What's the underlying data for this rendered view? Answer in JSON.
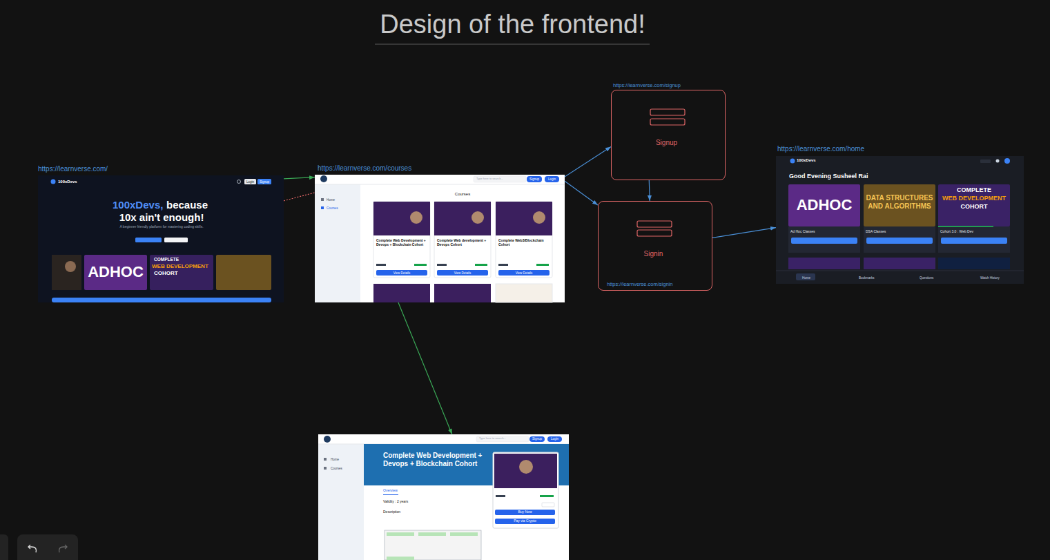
{
  "diagram": {
    "title": "Design of the frontend!",
    "nodes": [
      {
        "text": [
          "https://learnverse.com/",
          "100xDevs",
          "Login",
          "Signup",
          "100xDevs,",
          "because",
          "10x ain't enough!",
          "A beginner friendly platform for mastering coding skills.",
          "ADHOC",
          "COMPLETE",
          "WEB DEVELOPMENT",
          "COHORT"
        ]
      },
      {
        "text": [
          "https://learnverse.com/courses",
          "Type here to search...",
          "Signup",
          "Login",
          "Home",
          "Courses",
          "Courses",
          "Complete Web Development + Devops + Blockchain Cohort",
          "Complete Web development + Devops Cohort",
          "Complete Web3/Blockchain Cohort",
          "View Details",
          "View Details",
          "View Details"
        ]
      },
      {
        "text": [
          "https://learnverse.com/signup",
          "Signup"
        ]
      },
      {
        "text": [
          "Signin",
          "https://learnverse.com/signin"
        ]
      },
      {
        "text": [
          "https://learnverse.com/home",
          "100xDevs",
          "Good Evening Susheel Rai",
          "ADHOC",
          "DATA STRUCTURES AND ALGORITHMS",
          "COMPLETE",
          "WEB DEVELOPMENT",
          "COHORT",
          "Ad Hoc Classes",
          "DSA Classes",
          "Cohort 3.0 : Web Dev",
          "Home",
          "Bookmarks",
          "Questions",
          "Watch History"
        ]
      },
      {
        "text": [
          "Type here to search...",
          "Signup",
          "Login",
          "Home",
          "Courses",
          "Complete Web Development + Devops + Blockchain Cohort",
          "Buy Now",
          "Pay via Crypto",
          "Overview",
          "Validity : 2 years",
          "Description"
        ]
      }
    ],
    "edges": [
      {
        "from": 0,
        "to": 1,
        "arrow": "to"
      },
      {
        "from": 0,
        "to": 1,
        "arrow": "none"
      },
      {
        "from": 1,
        "to": 2,
        "arrow": "to"
      },
      {
        "from": 1,
        "to": 3,
        "arrow": "to"
      },
      {
        "from": 2,
        "to": 3,
        "arrow": "to"
      },
      {
        "from": 3,
        "to": 4,
        "arrow": "to"
      },
      {
        "from": 1,
        "to": 5,
        "arrow": "to"
      }
    ]
  }
}
